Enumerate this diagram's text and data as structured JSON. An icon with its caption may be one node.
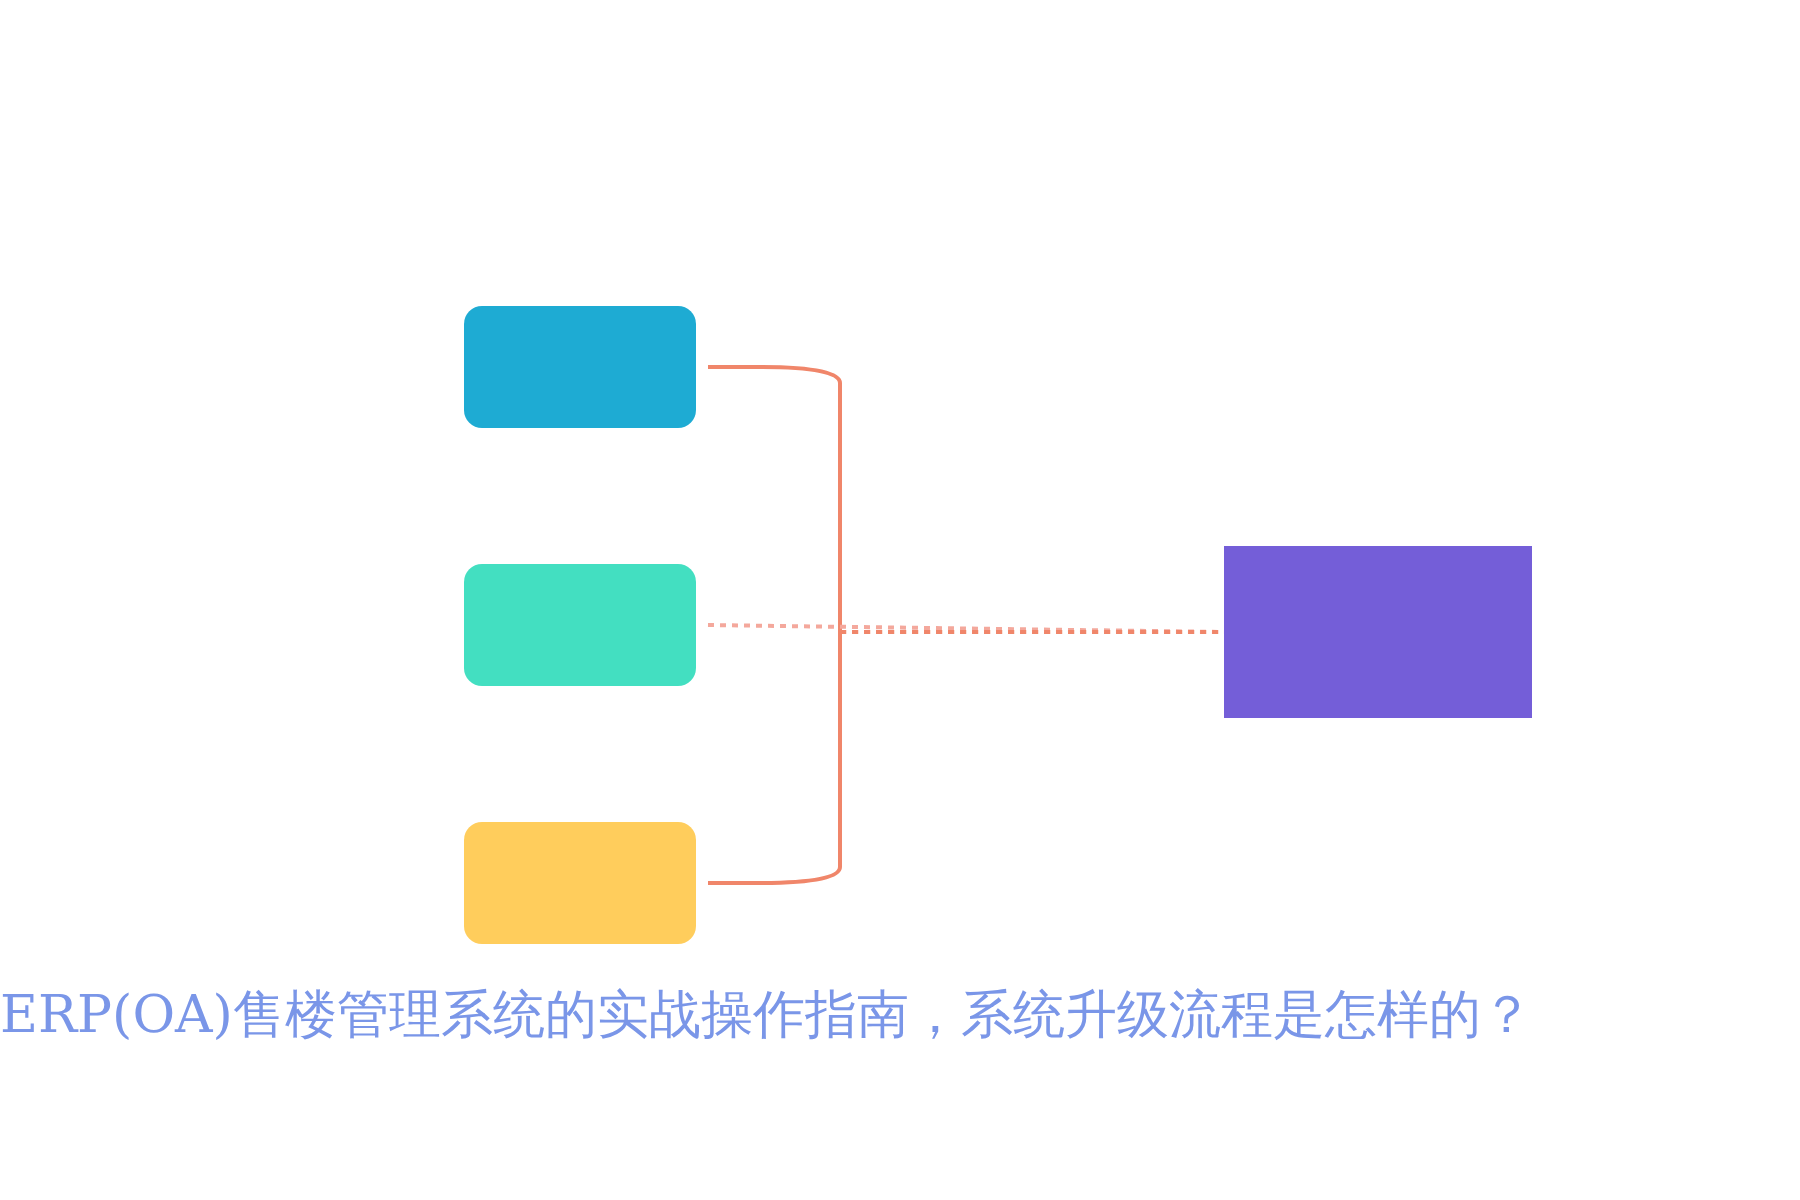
{
  "diagram": {
    "title": "ERP(OA)售楼管理系统的实战操作指南，系统升级流程是怎样的？",
    "nodes": [
      {
        "text": [],
        "shape": "box"
      },
      {
        "text": [],
        "shape": "box"
      },
      {
        "text": [],
        "shape": "box"
      },
      {
        "text": [],
        "shape": "box"
      }
    ],
    "edges": [
      {
        "from": 0,
        "to": 3,
        "arrow": "none"
      },
      {
        "from": 1,
        "to": 3,
        "arrow": "none",
        "style": "dashed",
        "color": "#f4a89c"
      },
      {
        "from": 2,
        "to": 3,
        "arrow": "none"
      }
    ]
  }
}
